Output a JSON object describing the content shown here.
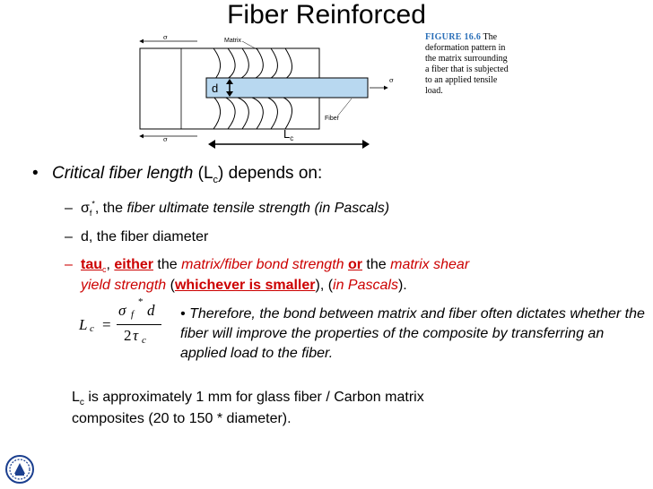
{
  "title": "Fiber Reinforced",
  "figure": {
    "matrix_label": "Matrix",
    "fiber_label": "Fiber",
    "sigma": "σ",
    "d_label": "d",
    "lc_main": "L",
    "lc_sub": "c",
    "caption_fig": "FIGURE 16.6",
    "caption_lines": [
      "The",
      "deformation pattern in",
      "the matrix surrounding",
      "a fiber that is subjected",
      "to an applied tensile",
      "load."
    ]
  },
  "bullet": {
    "marker": "•",
    "italic": "Critical fiber length",
    "pre": " (L",
    "sub": "c",
    "post": ") depends on:"
  },
  "sub1": {
    "dash": "–",
    "sigma": "σ",
    "sub": "f",
    "sup": "*",
    "text_a": ", the ",
    "italic": "fiber ultimate tensile strength (in Pascals)"
  },
  "sub2": {
    "dash": "–",
    "text": "d, the fiber diameter"
  },
  "sub3": {
    "dash": "–",
    "tau": "tau",
    "tau_sub": "c",
    "comma": ", ",
    "either": "either",
    "the1": " the ",
    "bond": "matrix/fiber bond strength",
    "space1": " ",
    "or": "or",
    "the2": " the ",
    "shear": "matrix shear",
    "yield": "yield strength",
    "paren_open": " (",
    "smaller": "whichever is smaller",
    "paren_close": "), (",
    "pascals": "in Pascals",
    "end": ")."
  },
  "formula": {
    "L": "L",
    "c": "c",
    "equals": "=",
    "sigma": "σ",
    "f": "f",
    "star": "*",
    "d": "d",
    "two": "2",
    "tau": "τ",
    "tc": "c"
  },
  "therefore": {
    "marker": "•",
    "text": "Therefore, the bond between matrix and fiber often dictates whether the fiber will improve the properties of the composite by transferring an applied load to the fiber."
  },
  "bottom": {
    "L": "L",
    "c": "c",
    "line1": " is approximately 1 mm for glass fiber / Carbon matrix",
    "line2": "composites (20 to 150 * diameter)."
  },
  "colors": {
    "red": "#cc0000",
    "fiber_blue": "#b8d8f0",
    "caption_blue": "#2a6fb8",
    "logo": "#1b3f8f"
  }
}
